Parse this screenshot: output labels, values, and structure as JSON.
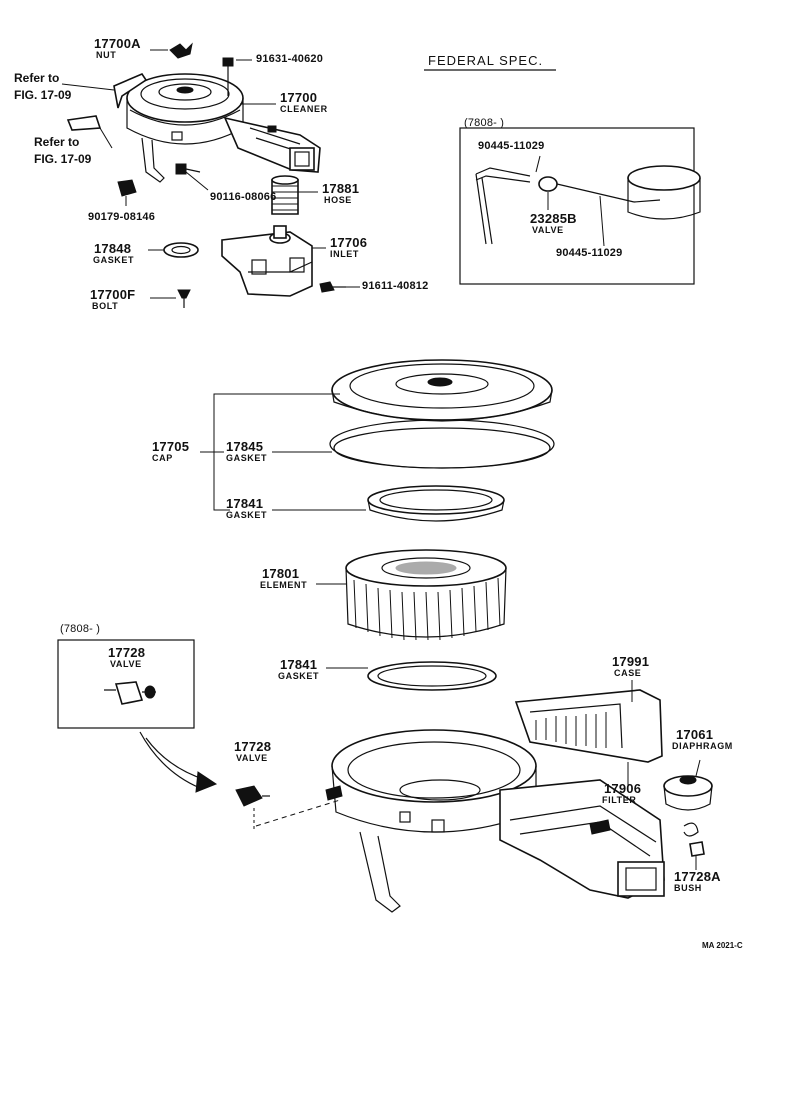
{
  "header": {
    "spec": "FEDERAL SPEC."
  },
  "refs": {
    "ref1": "Refer to",
    "ref1b": "FIG. 17-09",
    "ref2": "Refer to",
    "ref2b": "FIG. 17-09"
  },
  "parts": {
    "p17700A": {
      "no": "17700A",
      "name": "NUT"
    },
    "p91631": {
      "no": "91631-40620"
    },
    "p17700": {
      "no": "17700",
      "name": "CLEANER"
    },
    "p90116": {
      "no": "90116-08066"
    },
    "p17881": {
      "no": "17881",
      "name": "HOSE"
    },
    "p90179": {
      "no": "90179-08146"
    },
    "p17848": {
      "no": "17848",
      "name": "GASKET"
    },
    "p17706": {
      "no": "17706",
      "name": "INLET"
    },
    "p91611": {
      "no": "91611-40812"
    },
    "p17700F": {
      "no": "17700F",
      "name": "BOLT"
    },
    "p17705": {
      "no": "17705",
      "name": "CAP"
    },
    "p17845": {
      "no": "17845",
      "name": "GASKET"
    },
    "p17841a": {
      "no": "17841",
      "name": "GASKET"
    },
    "p17801": {
      "no": "17801",
      "name": "ELEMENT"
    },
    "p17841b": {
      "no": "17841",
      "name": "GASKET"
    },
    "p17991": {
      "no": "17991",
      "name": "CASE"
    },
    "p17061": {
      "no": "17061",
      "name": "DIAPHRAGM"
    },
    "p17906": {
      "no": "17906",
      "name": "FILTER"
    },
    "p17728": {
      "no": "17728",
      "name": "VALVE"
    },
    "p17728b": {
      "no": "17728",
      "name": "VALVE"
    },
    "p17728A": {
      "no": "17728A",
      "name": "BUSH"
    }
  },
  "inset_federal": {
    "date": "(7808-          )",
    "hose1": "90445-11029",
    "valve_no": "23285B",
    "valve_name": "VALVE",
    "hose2": "90445-11029"
  },
  "inset_left": {
    "date": "(7808-          )"
  },
  "footer": {
    "code": "MA 2021-C"
  }
}
